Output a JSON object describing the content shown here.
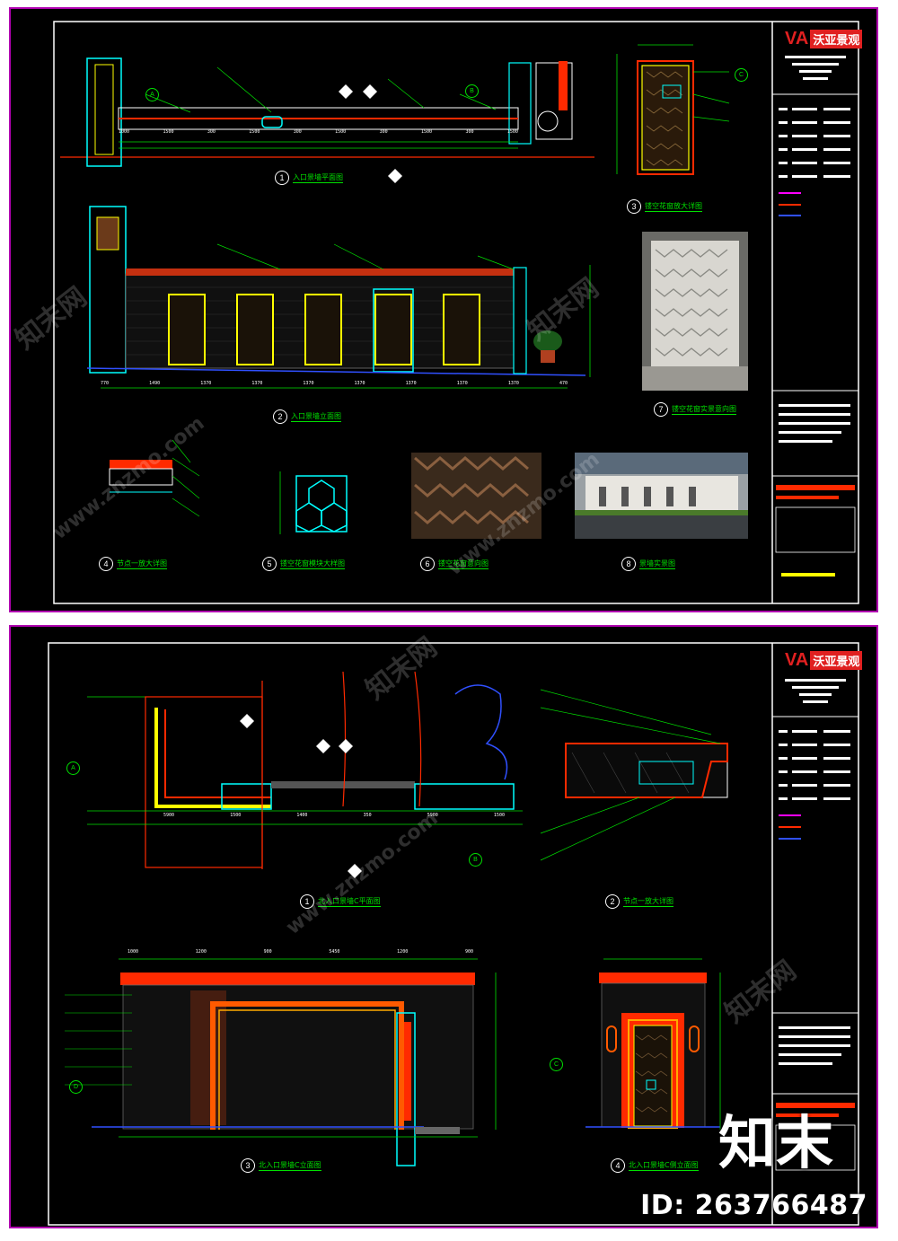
{
  "sheets": [
    {
      "title_block": {
        "logo_text": "沃亚景观",
        "logo_mark": "VA"
      },
      "views": [
        {
          "num": "1",
          "title": "入口景墙平面图"
        },
        {
          "num": "2",
          "title": "入口景墙立面图"
        },
        {
          "num": "3",
          "title": "镂空花窗放大详图"
        },
        {
          "num": "4",
          "title": "节点一放大详图"
        },
        {
          "num": "5",
          "title": "镂空花窗模块大样图"
        },
        {
          "num": "6",
          "title": "镂空花窗意向图"
        },
        {
          "num": "7",
          "title": "镂空花窗实景意向图"
        },
        {
          "num": "8",
          "title": "景墙实景图"
        }
      ],
      "dims_plan": [
        "1000",
        "1500",
        "300",
        "1500",
        "300",
        "1500",
        "300",
        "1500",
        "300",
        "1500"
      ],
      "dims_elev": [
        "770",
        "1490",
        "1370",
        "1370",
        "1370",
        "1370",
        "1370",
        "1370",
        "1370",
        "470"
      ],
      "section_tags": [
        "A",
        "B",
        "C"
      ]
    },
    {
      "title_block": {
        "logo_text": "沃亚景观",
        "logo_mark": "VA"
      },
      "views": [
        {
          "num": "1",
          "title": "北入口景墙C平面图"
        },
        {
          "num": "2",
          "title": "节点一放大详图"
        },
        {
          "num": "3",
          "title": "北入口景墙C立面图"
        },
        {
          "num": "4",
          "title": "北入口景墙C侧立面图"
        }
      ],
      "dims_plan": [
        "5900",
        "1500",
        "1400",
        "350",
        "5900",
        "1500"
      ],
      "dims_elev": [
        "1000",
        "1200",
        "900",
        "5450",
        "1200",
        "900"
      ],
      "section_tags": [
        "A",
        "B",
        "C",
        "D"
      ]
    }
  ],
  "watermark": {
    "brand": "知末网",
    "url": "www.znzmo.com"
  },
  "site_logo": "知末",
  "image_id": "ID: 263766487",
  "colors": {
    "sheet_border": "#b000b0",
    "cad_green": "#00e000",
    "cad_cyan": "#00ffff",
    "cad_yellow": "#ffff00",
    "cad_red": "#ff2a00",
    "cad_white": "#ffffff",
    "logo_red": "#e02020"
  }
}
